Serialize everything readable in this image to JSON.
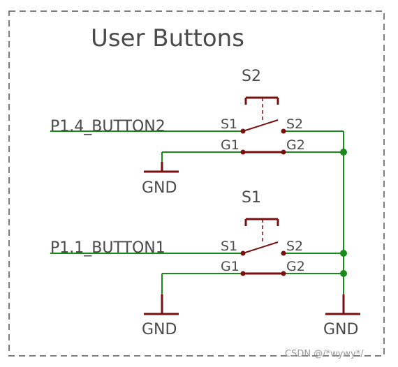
{
  "title": "User Buttons",
  "colors": {
    "wire": "#1a8a1a",
    "component": "#7a0f0f",
    "junction": "#1a8a1a",
    "text": "#4a4a4a",
    "frame": "#555555"
  },
  "switches": [
    {
      "ref": "S2",
      "net": "P1.4_BUTTON2",
      "pins": {
        "s1": "S1",
        "s2": "S2",
        "g1": "G1",
        "g2": "G2"
      }
    },
    {
      "ref": "S1",
      "net": "P1.1_BUTTON1",
      "pins": {
        "s1": "S1",
        "s2": "S2",
        "g1": "G1",
        "g2": "G2"
      }
    }
  ],
  "ground_label": "GND",
  "watermark": "CSDN @/*wywy*/"
}
